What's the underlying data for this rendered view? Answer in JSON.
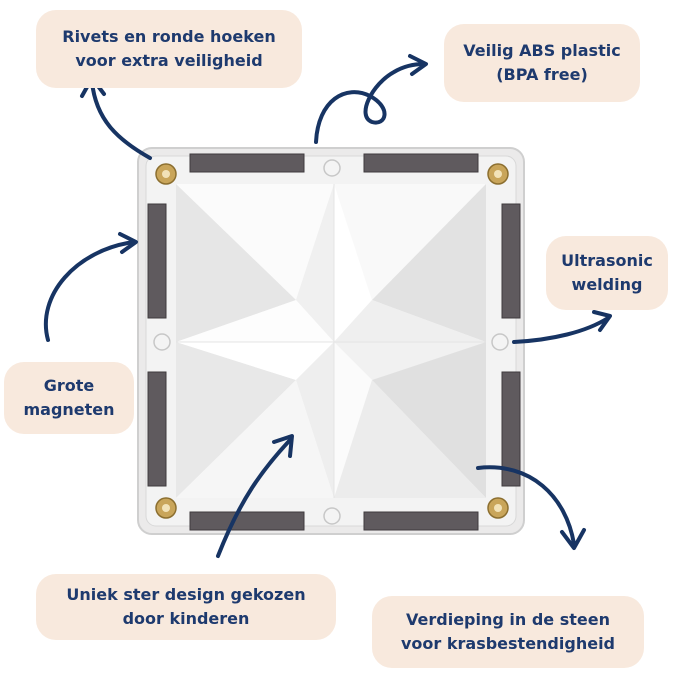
{
  "labels": {
    "rivets": [
      "Rivets en ronde hoeken",
      "voor extra veiligheid"
    ],
    "abs": [
      "Veilig ABS plastic",
      "(BPA free)"
    ],
    "ultrasonic": [
      "Ultrasonic",
      "welding"
    ],
    "magnets": [
      "Grote",
      "magneten"
    ],
    "star": [
      "Uniek ster design gekozen",
      "door kinderen"
    ],
    "deep": [
      "Verdieping in de steen",
      "voor krasbestendigheid"
    ]
  },
  "colors": {
    "label_bg": "#f8e9dd",
    "text": "#1e3a6e",
    "arrow": "#173463",
    "magnet": "#5f5a5e",
    "rivet": "#c9a55a",
    "frame": "#e3e2e2"
  },
  "icons": [
    "rivet-icon",
    "magnet-strip",
    "arrow-icon"
  ]
}
